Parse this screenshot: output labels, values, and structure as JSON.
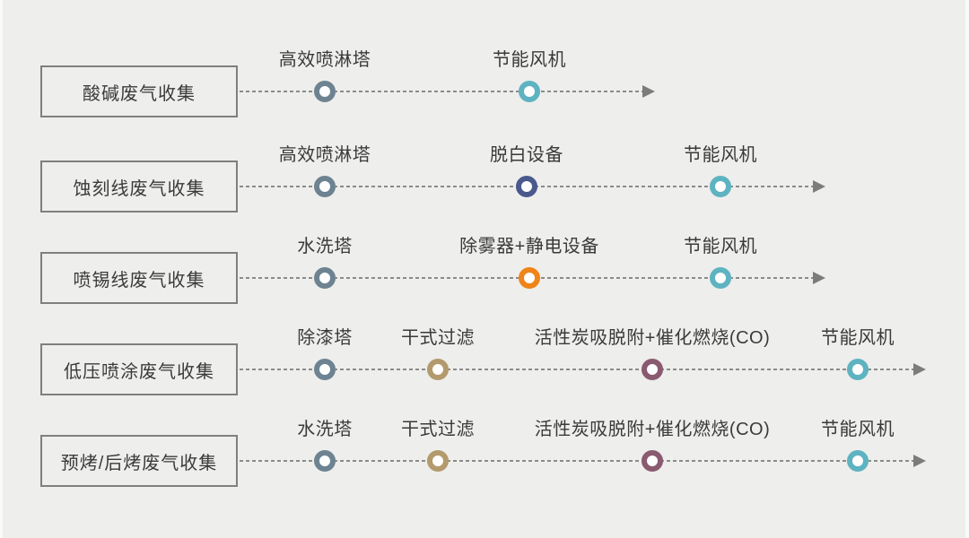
{
  "canvas": {
    "background": "#eeeeec"
  },
  "colors": {
    "slate": "#6e8391",
    "teal": "#5eb3c1",
    "indigo": "#49598e",
    "orange": "#ef8418",
    "tan": "#b39a6d",
    "plum": "#8a5a70",
    "line_gray": "#8b8b89",
    "arrow_gray": "#7c7c7a",
    "box_border_gray": "#7f7f7d",
    "text_dark": "#3a3a38"
  },
  "rows": [
    {
      "source_label": "酸碱废气收集",
      "nodes": [
        {
          "label": "高效喷淋塔",
          "color": "#6e8391"
        },
        {
          "label": "节能风机",
          "color": "#5eb3c1"
        }
      ]
    },
    {
      "source_label": "蚀刻线废气收集",
      "nodes": [
        {
          "label": "高效喷淋塔",
          "color": "#6e8391"
        },
        {
          "label": "脱白设备",
          "color": "#49598e"
        },
        {
          "label": "节能风机",
          "color": "#5eb3c1"
        }
      ]
    },
    {
      "source_label": "喷锡线废气收集",
      "nodes": [
        {
          "label": "水洗塔",
          "color": "#6e8391"
        },
        {
          "label": "除雾器+静电设备",
          "color": "#ef8418"
        },
        {
          "label": "节能风机",
          "color": "#5eb3c1"
        }
      ]
    },
    {
      "source_label": "低压喷涂废气收集",
      "nodes": [
        {
          "label": "除漆塔",
          "color": "#6e8391"
        },
        {
          "label": "干式过滤",
          "color": "#b39a6d"
        },
        {
          "label": "活性炭吸脱附+催化燃烧(CO)",
          "color": "#8a5a70"
        },
        {
          "label": "节能风机",
          "color": "#5eb3c1"
        }
      ]
    },
    {
      "source_label": "预烤/后烤废气收集",
      "nodes": [
        {
          "label": "水洗塔",
          "color": "#6e8391"
        },
        {
          "label": "干式过滤",
          "color": "#b39a6d"
        },
        {
          "label": "活性炭吸脱附+催化燃烧(CO)",
          "color": "#8a5a70"
        },
        {
          "label": "节能风机",
          "color": "#5eb3c1"
        }
      ]
    }
  ]
}
